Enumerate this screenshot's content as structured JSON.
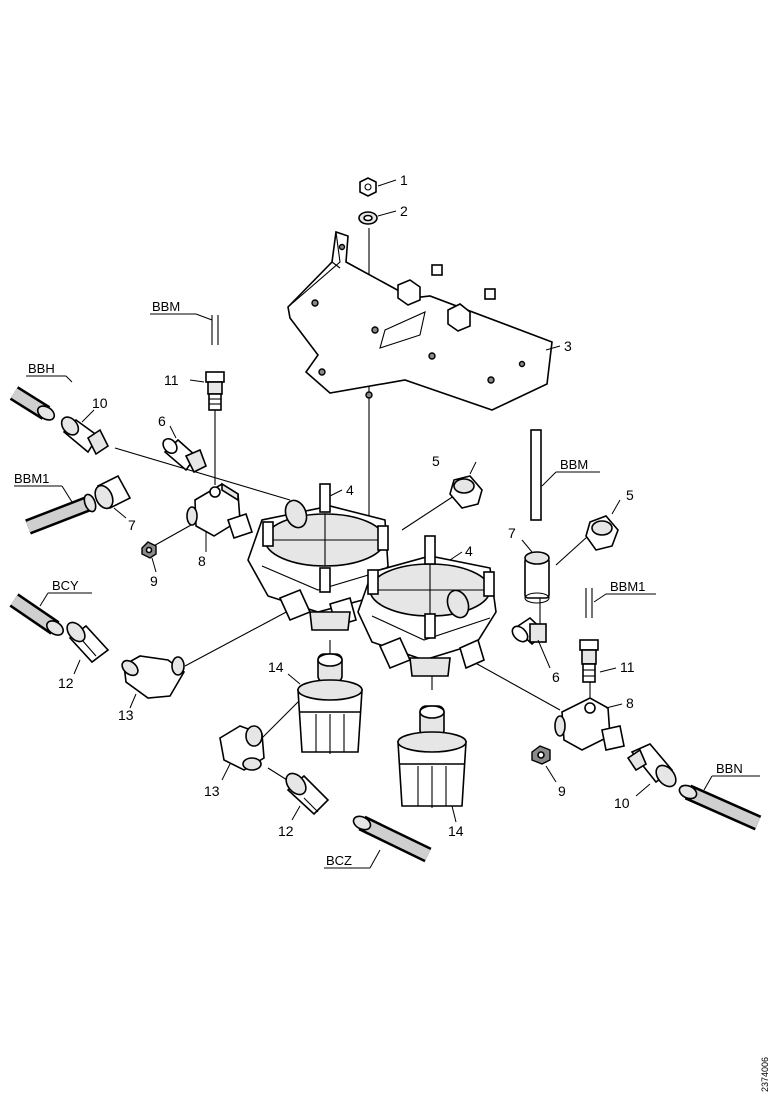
{
  "callouts": {
    "c1": "1",
    "c2": "2",
    "c3": "3",
    "c4a": "4",
    "c4b": "4",
    "c5a": "5",
    "c5b": "5",
    "c6a": "6",
    "c6b": "6",
    "c7a": "7",
    "c7b": "7",
    "c8a": "8",
    "c8b": "8",
    "c9a": "9",
    "c9b": "9",
    "c10a": "10",
    "c10b": "10",
    "c11a": "11",
    "c11b": "11",
    "c12a": "12",
    "c12b": "12",
    "c13a": "13",
    "c13b": "13",
    "c14a": "14",
    "c14b": "14"
  },
  "lines": {
    "bbm_top": "BBM",
    "bbh": "BBH",
    "bbm1_left": "BBM1",
    "bbm_right": "BBM",
    "bbm1_right": "BBM1",
    "bcy": "BCY",
    "bbn": "BBN",
    "bcz": "BCZ"
  },
  "document_id": "2374006"
}
